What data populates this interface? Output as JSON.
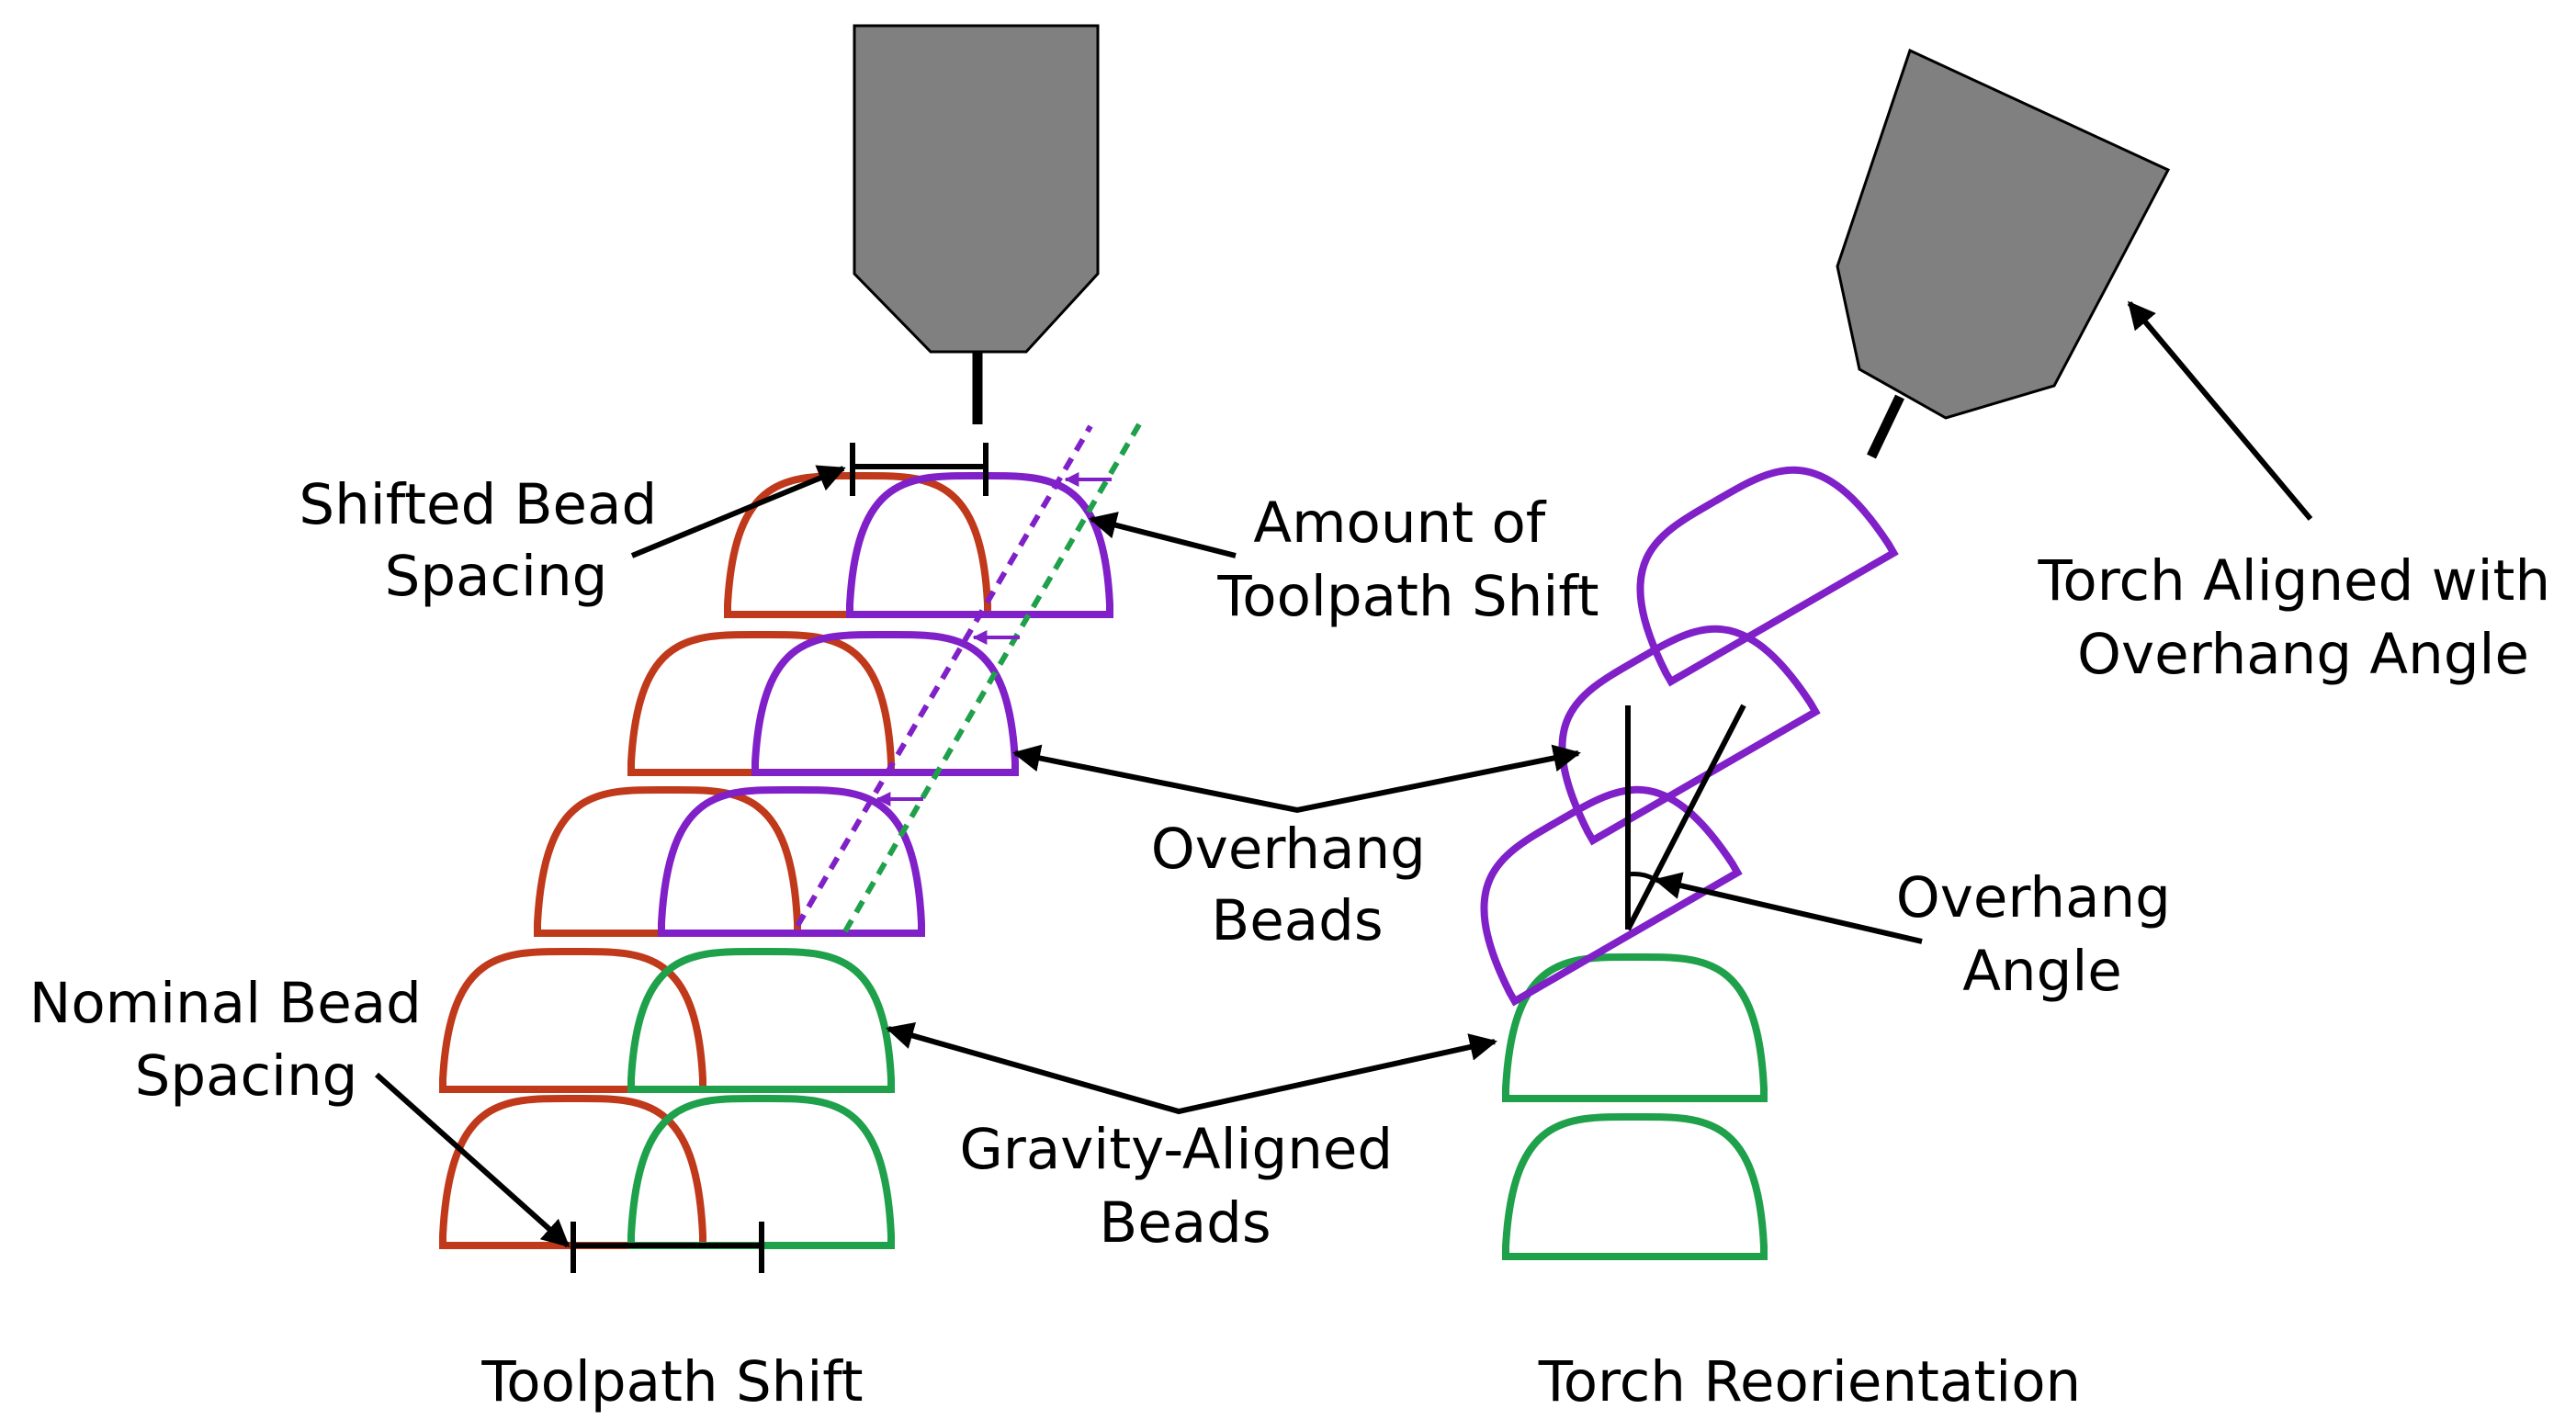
{
  "colors": {
    "nominal_bead": "#c0391b",
    "shifted_bead": "#8020c8",
    "gravity_bead": "#1fa04a",
    "torch": "#808080"
  },
  "labels": {
    "shifted_bead_spacing": [
      "Shifted Bead",
      "Spacing"
    ],
    "amount_of_toolpath_shift": [
      "Amount of",
      "Toolpath Shift"
    ],
    "overhang_beads": [
      "Overhang",
      "Beads"
    ],
    "overhang_angle": [
      "Overhang",
      "Angle"
    ],
    "nominal_bead_spacing": [
      "Nominal Bead",
      "Spacing"
    ],
    "gravity_aligned_beads": [
      "Gravity-Aligned",
      "Beads"
    ],
    "torch_aligned": [
      "Torch Aligned with",
      "Overhang Angle"
    ],
    "toolpath_shift_title": "Toolpath Shift",
    "torch_reorientation_title": "Torch Reorientation"
  }
}
